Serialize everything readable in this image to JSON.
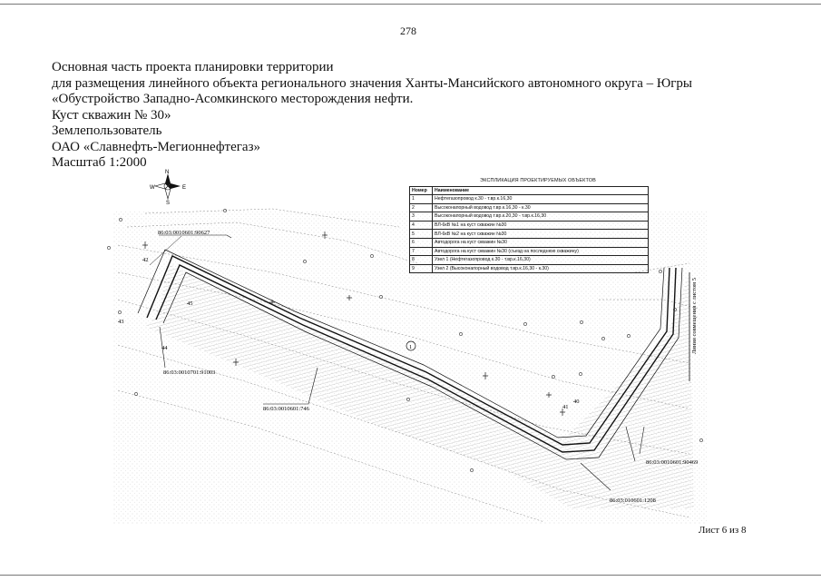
{
  "page_number": "278",
  "header": {
    "lines": [
      "Основная часть проекта планировки территории",
      "для размещения линейного объекта регионального значения Ханты-Мансийского автономного округа – Югры",
      "«Обустройство Западно-Асомкинского месторождения нефти.",
      "Куст скважин № 30»",
      "Землепользователь",
      "ОАО «Славнефть-Мегионнефтегаз»",
      "Масштаб 1:2000"
    ]
  },
  "legend": {
    "title": "ЭКСПЛИКАЦИЯ ПРОЕКТИРУЕМЫХ ОБЪЕКТОВ",
    "col_number": "Номер",
    "col_name": "Наименование",
    "rows": [
      {
        "num": "1",
        "name": "Нефтегазопровод к.30 - т.вр.к.16,30"
      },
      {
        "num": "2",
        "name": "Высоконапорный водовод т.вр.к.16,30 - к.30"
      },
      {
        "num": "3",
        "name": "Высоконапорный водовод т.вр.к.20,30 - т.вр.к.16,30"
      },
      {
        "num": "4",
        "name": "ВЛ-6кВ №1 на куст скважин №30"
      },
      {
        "num": "5",
        "name": "ВЛ-6кВ №2 на куст скважин №30"
      },
      {
        "num": "6",
        "name": "Автодорога на куст скважин №30"
      },
      {
        "num": "7",
        "name": "Автодорога на куст скважин №30 (съезд на последнюю скважину)"
      },
      {
        "num": "8",
        "name": "Узел 1 (Нефтегазопровод к.30 - т.вр.к.16,30)"
      },
      {
        "num": "9",
        "name": "Узел 2 (Высоконапорный водовод т.вр.к.16,30 - к.30)"
      }
    ]
  },
  "compass": {
    "n": "N",
    "s": "S",
    "w": "W",
    "e": "E"
  },
  "map_labels": {
    "parcel_90627": "86:03:0010601:90627",
    "parcel_91003": "86:03:0010701:91003",
    "parcel_746": "86:03:0010601:746",
    "parcel_90469": "86:03:0010601:90469",
    "parcel_1208": "86:03:010601:1208",
    "pt_42": "42",
    "pt_43": "43",
    "pt_44": "44",
    "pt_45": "45",
    "pt_40": "40",
    "pt_41": "41",
    "circle_1": "1",
    "side_note": "Линия совмещения с листом 5"
  },
  "sheet": "Лист 6 из 8"
}
